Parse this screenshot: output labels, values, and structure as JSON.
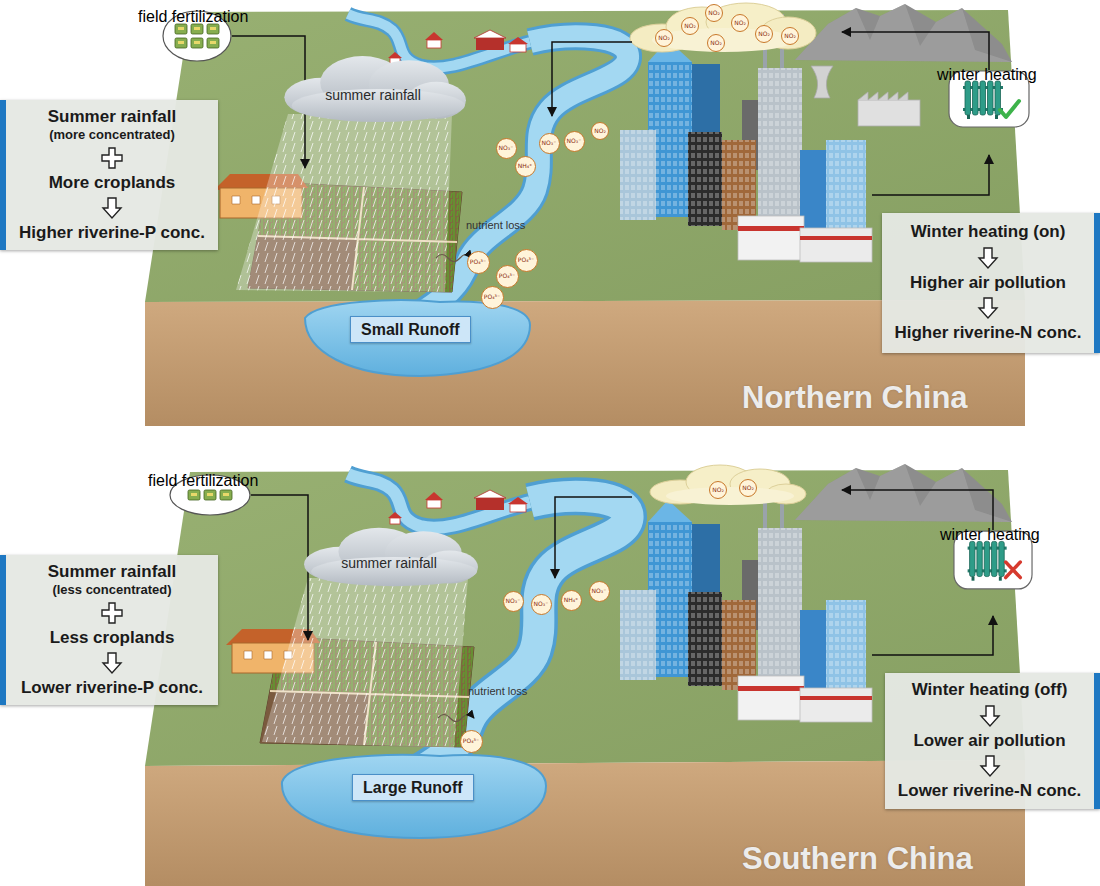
{
  "diagram": {
    "nodes": [
      {
        "text": [
          "field fertilization"
        ]
      },
      {
        "text": [
          "summer rainfall"
        ]
      },
      {
        "text": [
          "Summer rainfall",
          "(more concentrated)",
          "More croplands",
          "Higher riverine-P conc."
        ]
      },
      {
        "text": [
          "NO₂"
        ]
      },
      {
        "text": [
          "NO₂"
        ]
      },
      {
        "text": [
          "NO₂"
        ]
      },
      {
        "text": [
          "NO₂"
        ]
      },
      {
        "text": [
          "NO₂"
        ]
      },
      {
        "text": [
          "NO₂"
        ]
      },
      {
        "text": [
          "NO₂"
        ]
      },
      {
        "text": [
          "NO₃⁻"
        ]
      },
      {
        "text": [
          "NH₄⁺"
        ]
      },
      {
        "text": [
          "NO₃⁻"
        ]
      },
      {
        "text": [
          "NO₃⁻"
        ]
      },
      {
        "text": [
          "NO₂"
        ]
      },
      {
        "text": [
          "winter heating"
        ]
      },
      {
        "text": [
          "Winter heating (on)",
          "Higher air pollution",
          "Higher riverine-N conc."
        ]
      },
      {
        "text": [
          "PO₄³⁻"
        ]
      },
      {
        "text": [
          "PO₄³⁻"
        ]
      },
      {
        "text": [
          "PO₄³⁻"
        ]
      },
      {
        "text": [
          "PO₄³⁻"
        ]
      },
      {
        "text": [
          "Small Runoff"
        ]
      },
      {
        "text": [
          "field fertilization"
        ]
      },
      {
        "text": [
          "summer rainfall"
        ]
      },
      {
        "text": [
          "Summer rainfall",
          "(less concentrated)",
          "Less croplands",
          "Lower riverine-P conc."
        ]
      },
      {
        "text": [
          "NO₂"
        ]
      },
      {
        "text": [
          "NO₂"
        ]
      },
      {
        "text": [
          "NO₃⁻"
        ]
      },
      {
        "text": [
          "NO₃⁻"
        ]
      },
      {
        "text": [
          "NH₄⁺"
        ]
      },
      {
        "text": [
          "NO₃⁻"
        ]
      },
      {
        "text": [
          "winter heating"
        ]
      },
      {
        "text": [
          "Winter heating (off)",
          "Lower air pollution",
          "Lower riverine-N conc."
        ]
      },
      {
        "text": [
          "PO₄³⁻"
        ]
      },
      {
        "text": [
          "Large Runoff"
        ]
      }
    ],
    "labels": [
      "nutrient loss",
      "Northern China",
      "nutrient loss",
      "Southern China"
    ]
  }
}
